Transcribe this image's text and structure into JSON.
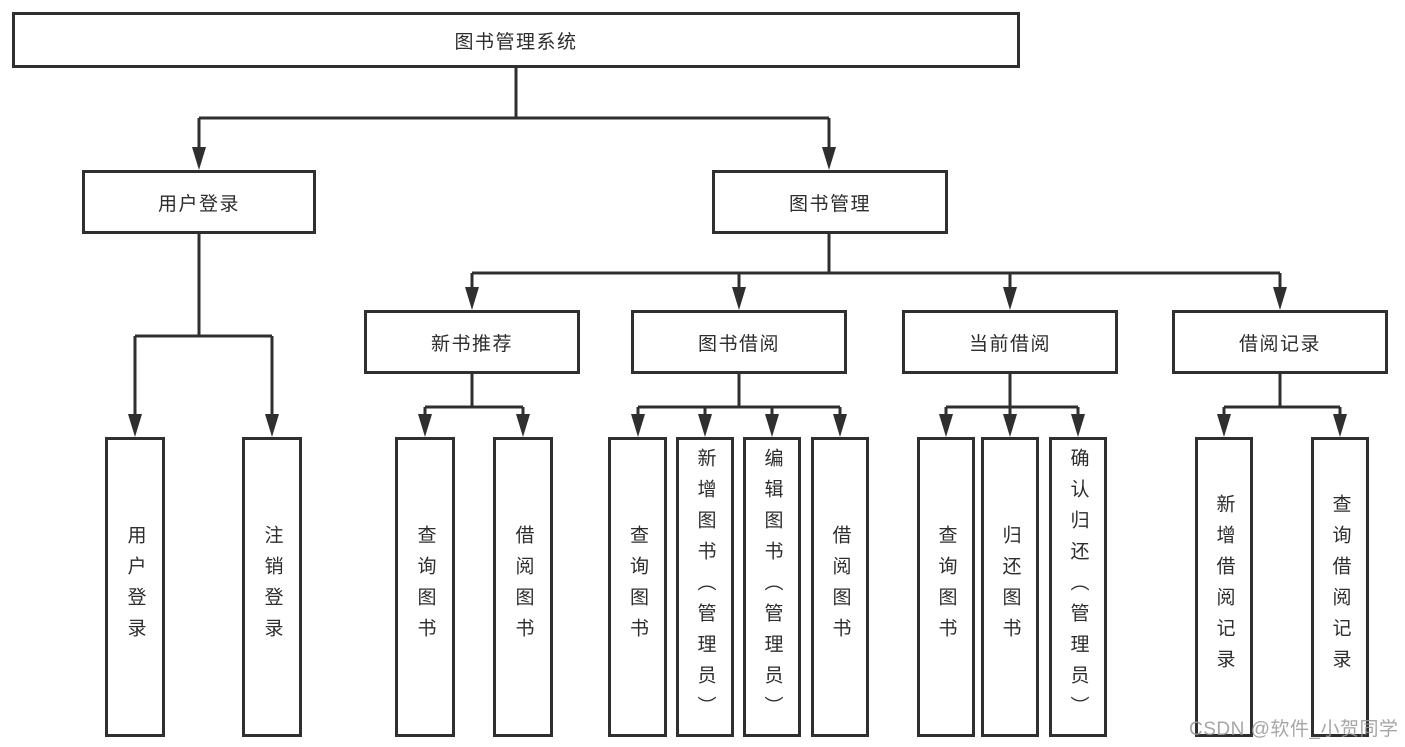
{
  "colors": {
    "line": "#2f2f2f",
    "text": "#2d2d2d",
    "box_background": "#ffffff",
    "watermark": "#9a9a9a"
  },
  "watermark": {
    "text": "CSDN @软件_小贺同学"
  },
  "diagram": {
    "type": "tree",
    "root": {
      "label": "图书管理系统"
    },
    "level2": [
      {
        "id": "user-login",
        "label": "用户登录",
        "parent": "图书管理系统"
      },
      {
        "id": "book-management",
        "label": "图书管理",
        "parent": "图书管理系统"
      }
    ],
    "level3": [
      {
        "id": "new-book-recommend",
        "label": "新书推荐",
        "parent": "图书管理"
      },
      {
        "id": "book-borrow",
        "label": "图书借阅",
        "parent": "图书管理"
      },
      {
        "id": "current-borrow",
        "label": "当前借阅",
        "parent": "图书管理"
      },
      {
        "id": "borrow-records",
        "label": "借阅记录",
        "parent": "图书管理"
      }
    ],
    "leaves": [
      {
        "label": "用户登录",
        "parent": "用户登录"
      },
      {
        "label": "注销登录",
        "parent": "用户登录"
      },
      {
        "label": "查询图书",
        "parent": "新书推荐"
      },
      {
        "label": "借阅图书",
        "parent": "新书推荐"
      },
      {
        "label": "查询图书",
        "parent": "图书借阅"
      },
      {
        "label": "新增图书（管理员）",
        "parent": "图书借阅"
      },
      {
        "label": "编辑图书（管理员）",
        "parent": "图书借阅"
      },
      {
        "label": "借阅图书",
        "parent": "图书借阅"
      },
      {
        "label": "查询图书",
        "parent": "当前借阅"
      },
      {
        "label": "归还图书",
        "parent": "当前借阅"
      },
      {
        "label": "确认归还（管理员）",
        "parent": "当前借阅"
      },
      {
        "label": "新增借阅记录",
        "parent": "借阅记录"
      },
      {
        "label": "查询借阅记录",
        "parent": "借阅记录"
      }
    ]
  }
}
